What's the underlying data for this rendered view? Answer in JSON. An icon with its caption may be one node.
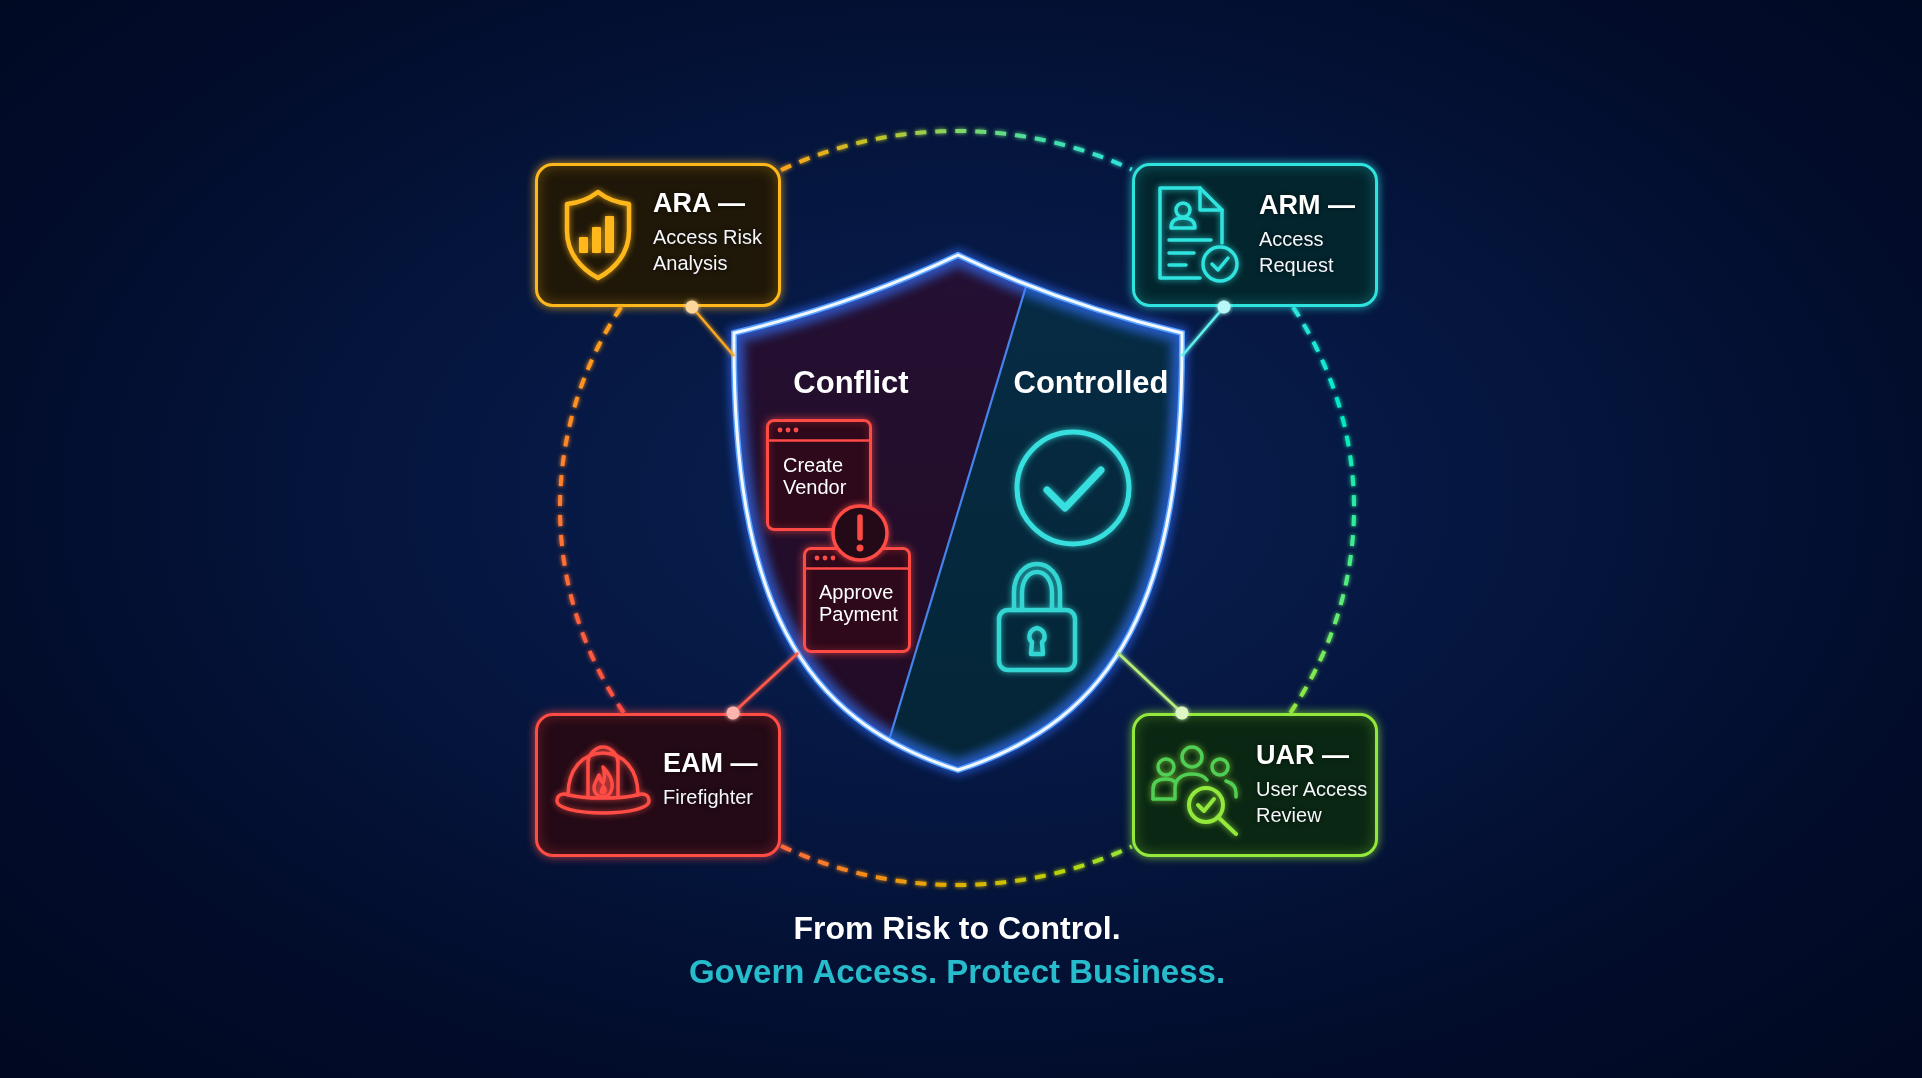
{
  "diagram": {
    "nodes": [
      {
        "text": [
          "ARA —",
          "Access Risk Analysis"
        ]
      },
      {
        "text": [
          "ARM —",
          "Access Request"
        ]
      },
      {
        "text": [
          "Conflict",
          "Controlled"
        ]
      },
      {
        "text": [
          "Create Vendor"
        ],
        "in": 2
      },
      {
        "text": [
          "Approve Payment"
        ],
        "in": 2
      },
      {
        "text": [
          "EAM —",
          "Firefighter"
        ]
      },
      {
        "text": [
          "UAR —",
          "User Access Review"
        ]
      }
    ],
    "edges": [
      {
        "from": 0,
        "to": 2,
        "arrow": "other",
        "color": "#f5a623"
      },
      {
        "from": 1,
        "to": 2,
        "arrow": "other",
        "color": "#5ff0ea"
      },
      {
        "from": 5,
        "to": 2,
        "arrow": "other",
        "color": "#ff5a4a"
      },
      {
        "from": 6,
        "to": 2,
        "arrow": "other",
        "color": "#b5ef7a"
      },
      {
        "from": 0,
        "to": 1,
        "arrow": "none",
        "style": "dashed",
        "color": "#ffa31a"
      },
      {
        "from": 1,
        "to": 6,
        "arrow": "none",
        "style": "dashed",
        "color": "#2ee6e0"
      },
      {
        "from": 5,
        "to": 6,
        "arrow": "none",
        "style": "dashed",
        "color": "#ff6a3d"
      },
      {
        "from": 0,
        "to": 5,
        "arrow": "none",
        "style": "dashed",
        "color": "#ffa31a"
      }
    ],
    "labels": [
      "From Risk to Control.",
      "Govern Access. Protect Business."
    ]
  }
}
